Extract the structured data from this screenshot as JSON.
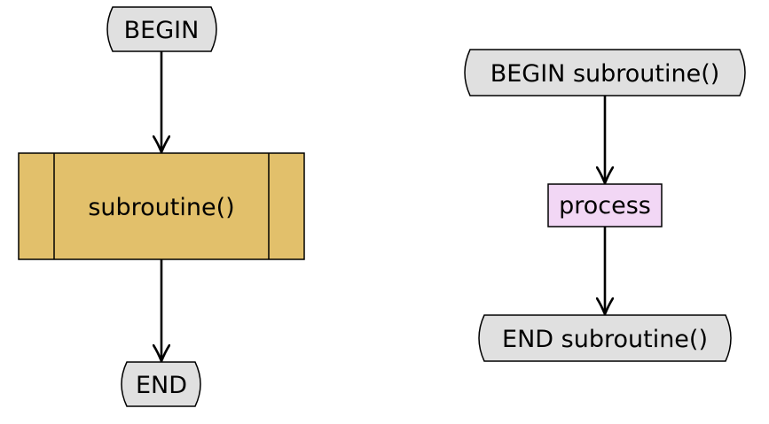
{
  "colors": {
    "terminal_fill": "#e0e0e0",
    "subroutine_fill": "#e2c06b",
    "process_fill": "#f2d7f5",
    "stroke": "#000000"
  },
  "main_flow": {
    "begin_label": "BEGIN",
    "subroutine_label": "subroutine()",
    "end_label": "END"
  },
  "subroutine_flow": {
    "begin_label": "BEGIN subroutine()",
    "process_label": "process",
    "end_label": "END subroutine()"
  }
}
